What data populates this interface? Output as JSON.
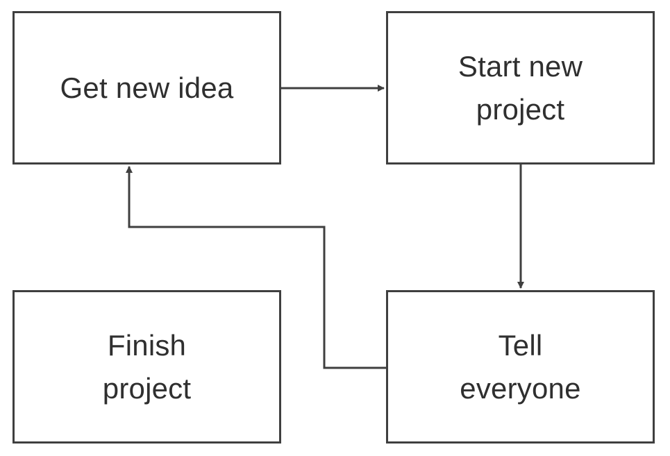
{
  "diagram": {
    "nodes": {
      "get_new_idea": "Get new idea",
      "start_new_project": "Start new\nproject",
      "finish_project": "Finish\nproject",
      "tell_everyone": "Tell\neveryone"
    },
    "edges": [
      {
        "from": "Get new idea",
        "to": "Start new project"
      },
      {
        "from": "Start new project",
        "to": "Tell everyone"
      },
      {
        "from": "Tell everyone",
        "to": "Get new idea"
      }
    ],
    "colors": {
      "stroke": "#3f3f3f",
      "text": "#2f2f2f",
      "background": "#ffffff"
    }
  }
}
